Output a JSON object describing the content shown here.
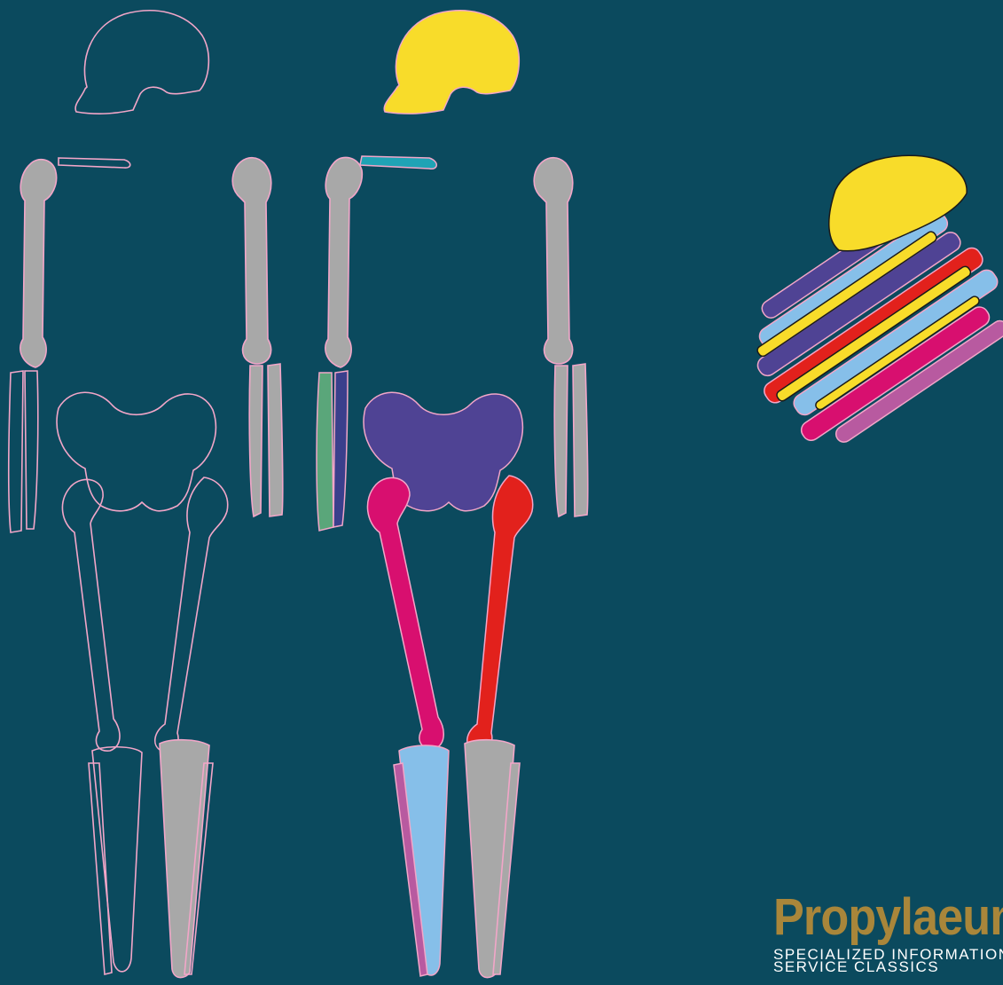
{
  "colors": {
    "background": "#0b4a5e",
    "outline": "#f2a6c8",
    "bone_grey": "#a8a8a8",
    "skull_yellow": "#f8dc2a",
    "pelvis_purple": "#4f4394",
    "femur_magenta": "#d80f6f",
    "femur_red": "#e2211c",
    "tibia_blue": "#86bfe9",
    "fibula_violet": "#b85aa0",
    "clavicle_teal": "#1fa3b5",
    "radius_green": "#5aa67a",
    "ulna_navy": "#3a3f8c",
    "brand_gold": "#a9863a",
    "brand_text": "#ffffff"
  },
  "brand": {
    "name": "Propylaeum",
    "tagline_line1": "SPECIALIZED INFORMATION",
    "tagline_line2": "SERVICE CLASSICS"
  }
}
